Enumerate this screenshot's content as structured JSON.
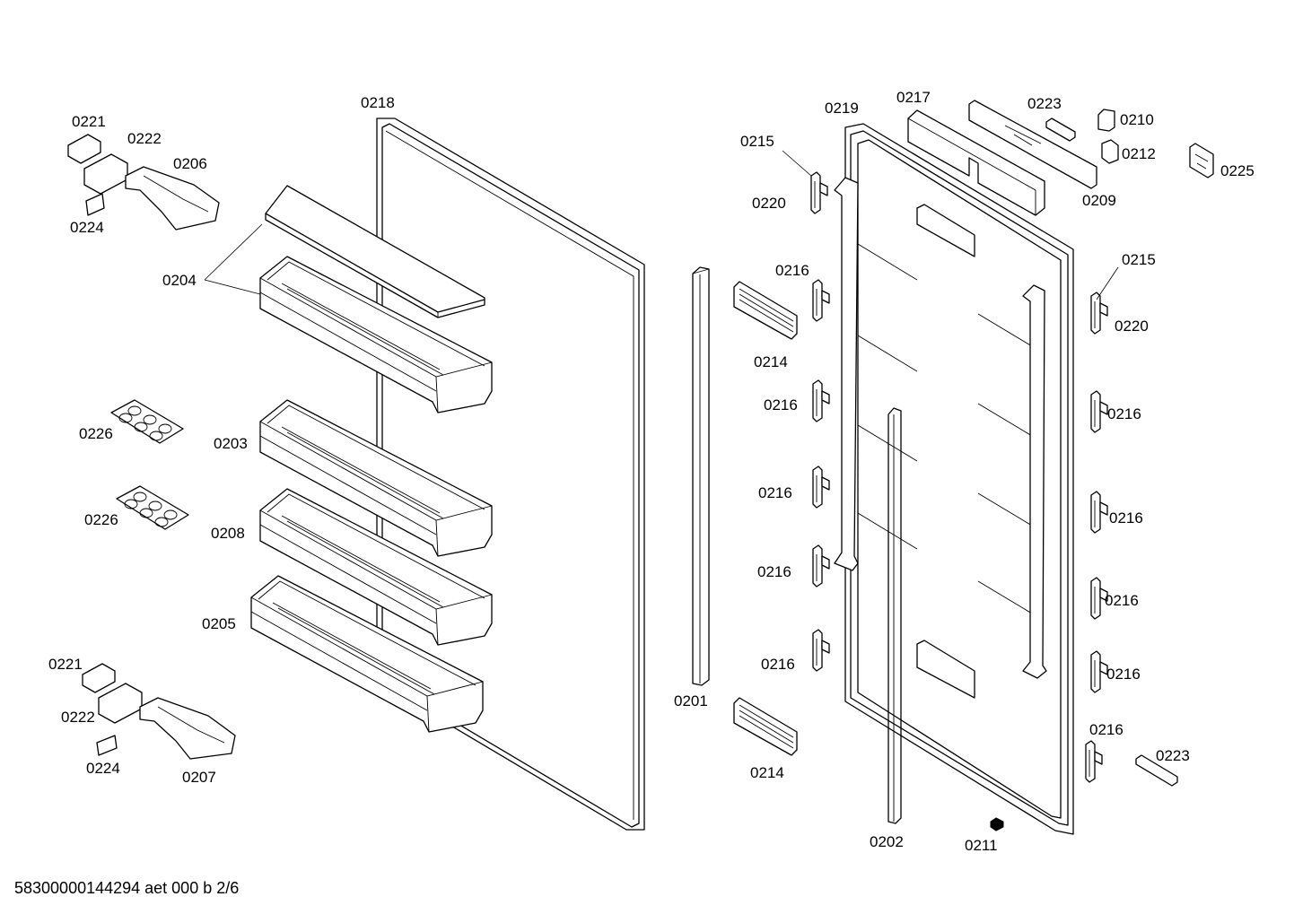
{
  "document_code": "58300000144294 aet 000 b 2/6",
  "part_labels": {
    "l0221a": "0221",
    "l0222a": "0222",
    "l0206": "0206",
    "l0224a": "0224",
    "l0204": "0204",
    "l0218": "0218",
    "l0226a": "0226",
    "l0203": "0203",
    "l0226b": "0226",
    "l0208": "0208",
    "l0205": "0205",
    "l0221b": "0221",
    "l0222b": "0222",
    "l0224b": "0224",
    "l0207": "0207",
    "l0201": "0201",
    "l0219": "0219",
    "l0215a": "0215",
    "l0220a": "0220",
    "l0216a": "0216",
    "l0214a": "0214",
    "l0216b": "0216",
    "l0216c": "0216",
    "l0216d": "0216",
    "l0216e": "0216",
    "l0214b": "0214",
    "l0202": "0202",
    "l0211": "0211",
    "l0217": "0217",
    "l0223a": "0223",
    "l0210": "0210",
    "l0212": "0212",
    "l0209": "0209",
    "l0225": "0225",
    "l0215b": "0215",
    "l0220b": "0220",
    "l0216f": "0216",
    "l0216g": "0216",
    "l0216h": "0216",
    "l0216i": "0216",
    "l0216j": "0216",
    "l0223b": "0223"
  }
}
